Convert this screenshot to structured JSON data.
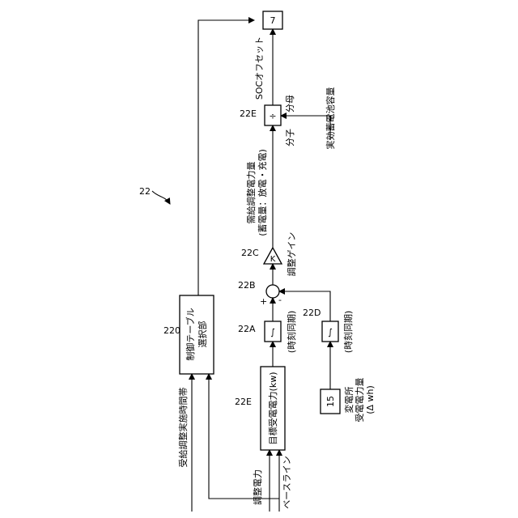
{
  "diagram": {
    "ref": "22",
    "blocks": {
      "selector_id": "220",
      "selector_text": [
        "制御テーブル",
        "選択部"
      ],
      "target_id": "22E",
      "target_text": "目標受電電力(kw)",
      "int_a_id": "22A",
      "int_a_symbol": "∫",
      "int_a_note": "(時刻同期)",
      "sum_id": "22B",
      "sum_plus": "+",
      "sum_minus": "-",
      "int_d_id": "22D",
      "int_d_symbol": "∫",
      "int_d_note": "(時刻同期)",
      "gain_id": "22C",
      "gain_symbol": "K",
      "gain_label": "調整ゲイン",
      "div_id": "22E",
      "div_symbol": "÷",
      "div_numerator": "分子",
      "div_denominator": "分母",
      "source_id": "15",
      "source_text": [
        "変電所",
        "受電電力量",
        "(Δ wh)"
      ],
      "out_id": "7"
    },
    "signals": {
      "adjust_power": "調整電力",
      "baseline": "ベースライン",
      "period": "受給調整実施時間帯",
      "supply_adjust": [
        "需給調整電力量",
        "(蓄電量：放電・充電)"
      ],
      "capacity": "実効蓄電池容量",
      "soc_offset": "SOCオフセット"
    }
  }
}
